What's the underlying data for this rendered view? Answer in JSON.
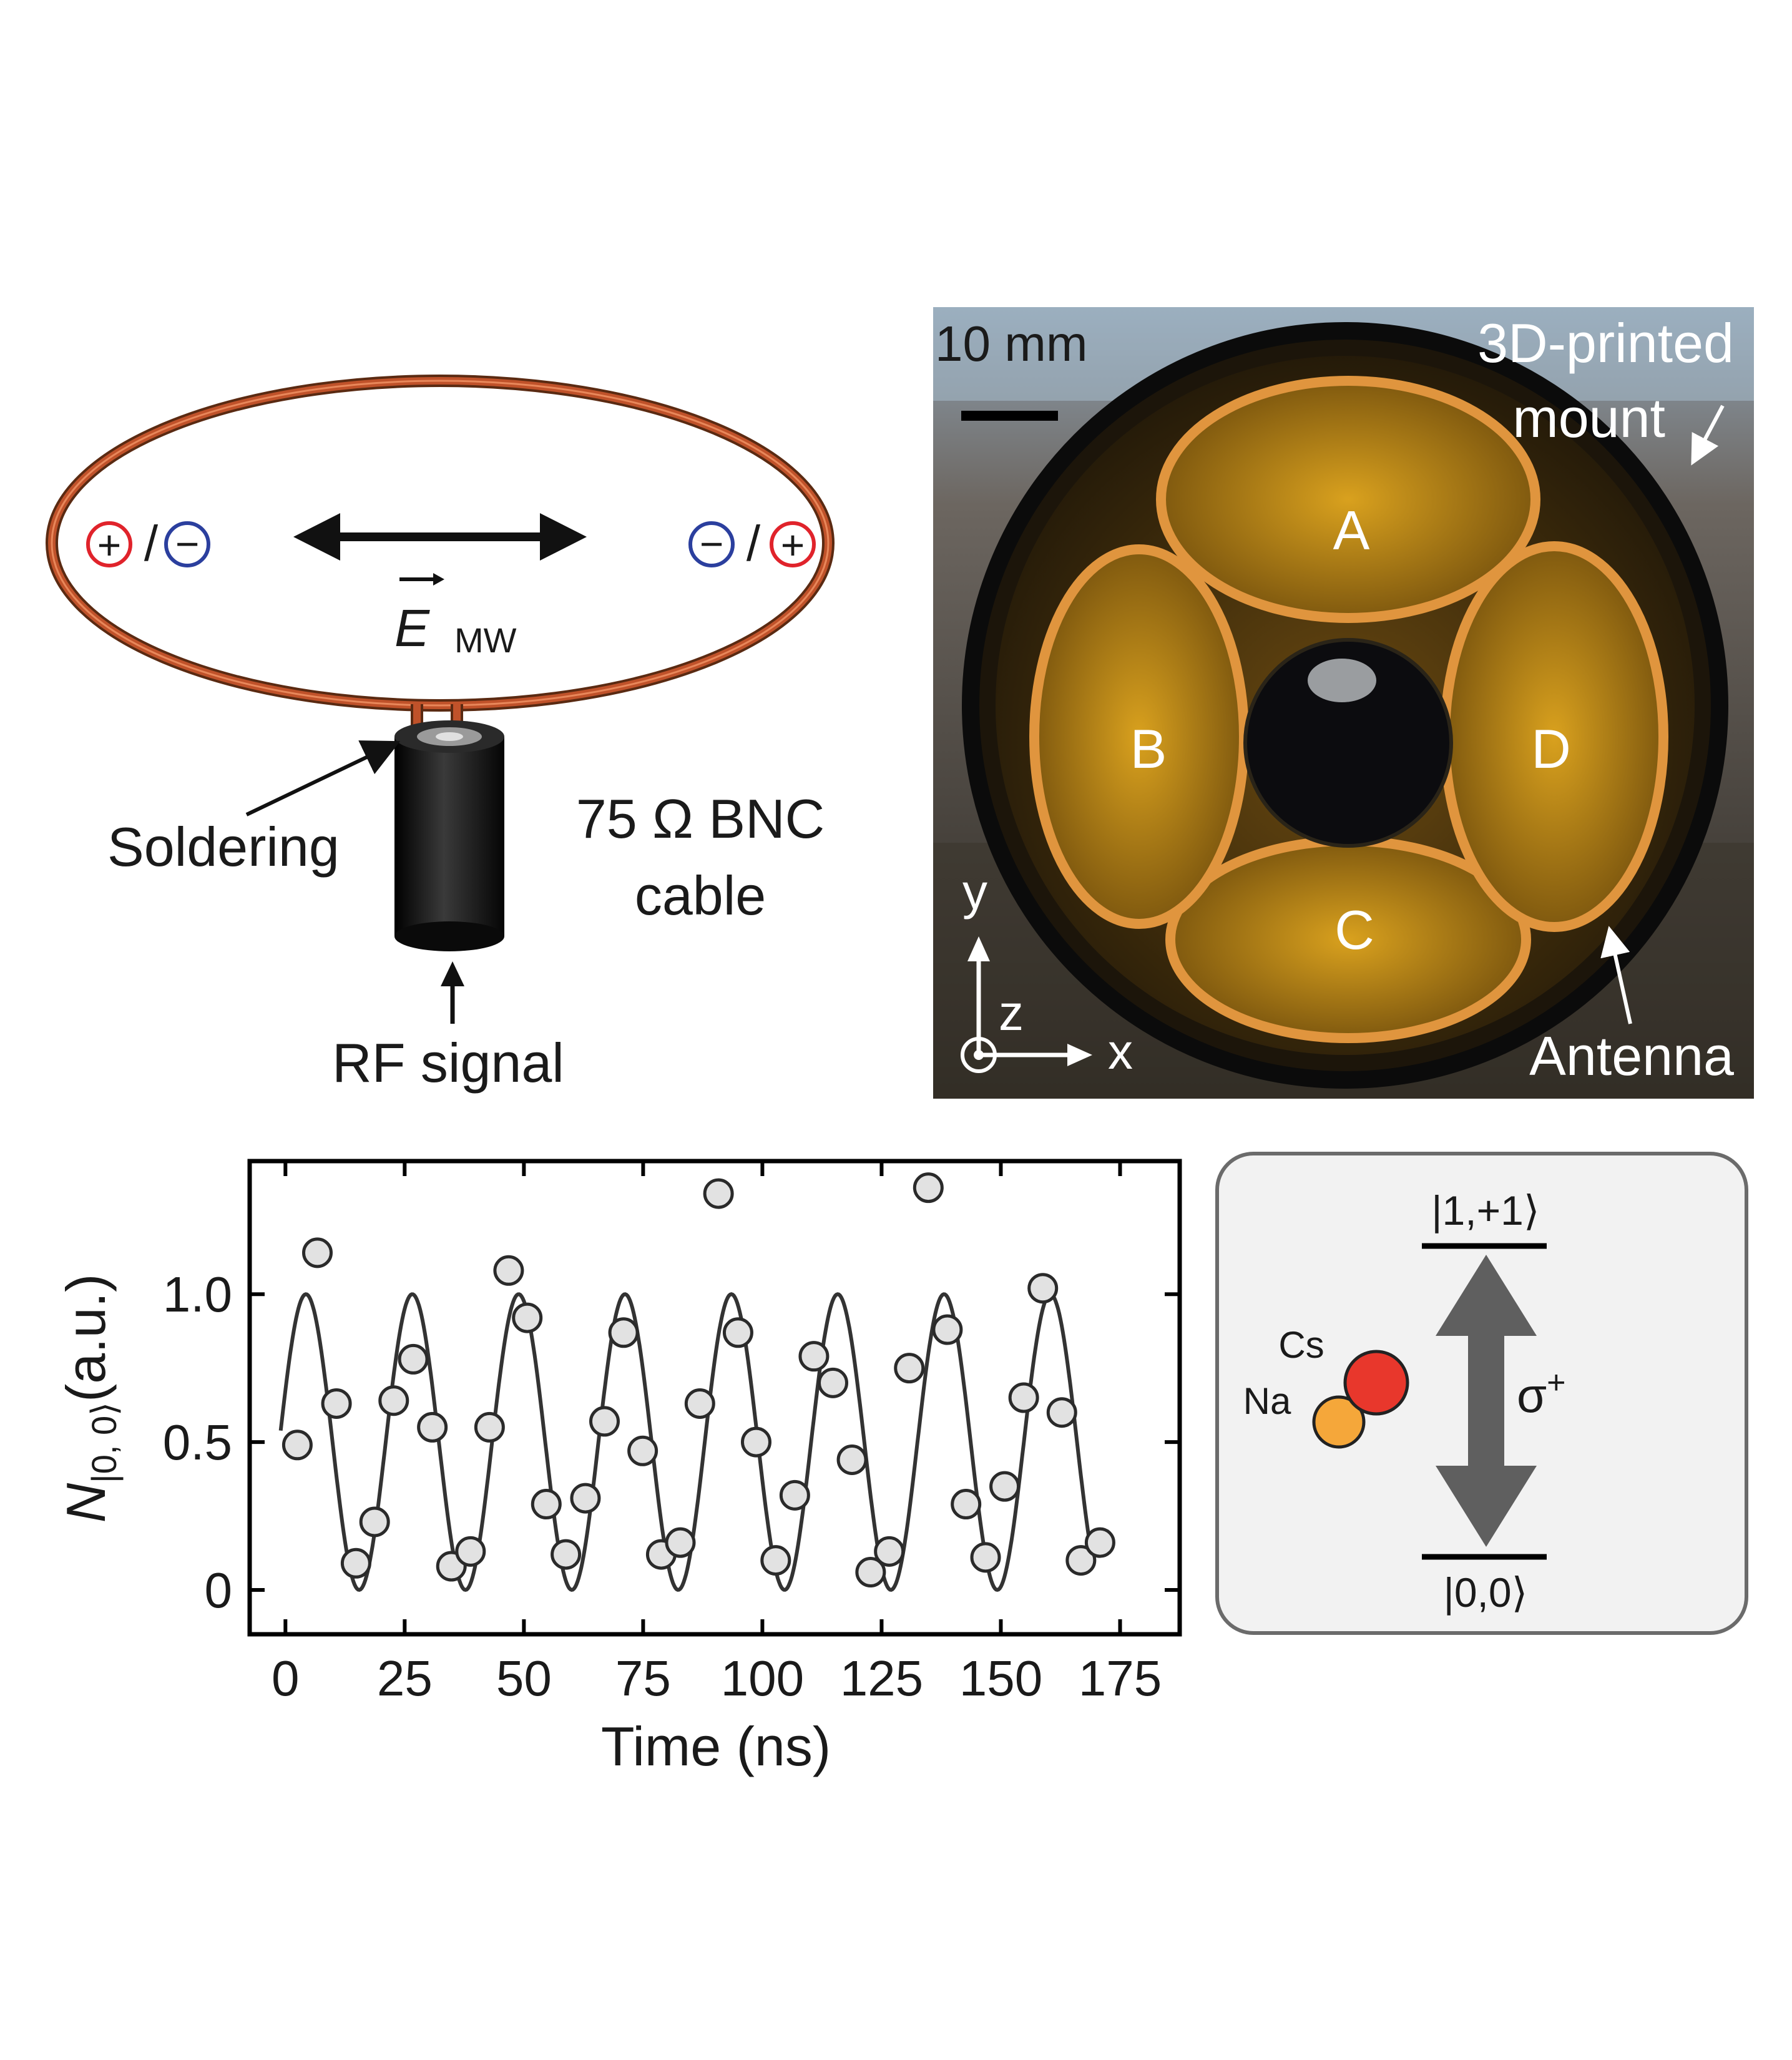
{
  "panel_a": {
    "e_field_symbol": "E",
    "e_field_subscript": "MW",
    "charge_plus": "+",
    "charge_minus": "−",
    "charge_sep": "/",
    "soldering_label": "Soldering",
    "cable_label_line1": "75 Ω BNC",
    "cable_label_line2": "cable",
    "rf_label": "RF signal",
    "colors": {
      "wire": "#c0522a",
      "plus": "#e0232b",
      "minus": "#2b3f9e",
      "cable": "#111111"
    }
  },
  "panel_b": {
    "scale_bar_label": "10 mm",
    "mount_label_line1": "3D-printed",
    "mount_label_line2": "mount",
    "antenna_labels": [
      "A",
      "B",
      "C",
      "D"
    ],
    "antenna_label": "Antenna",
    "axis_y": "y",
    "axis_z": "z",
    "axis_x": "x"
  },
  "panel_c": {
    "upper_state": "|1,+1⟩",
    "lower_state": "|0,0⟩",
    "transition": "σ",
    "transition_sup": "+",
    "cs_label": "Cs",
    "na_label": "Na",
    "colors": {
      "cs": "#e8372c",
      "na": "#f5a73a",
      "arrow": "#5f5f5f",
      "box": "#f2f2f2"
    }
  },
  "chart_data": {
    "type": "scatter",
    "xlabel": "Time (ns)",
    "ylabel_main": "N",
    "ylabel_sub": "|0, 0⟩",
    "ylabel_tail": "(a.u.)",
    "xlim": [
      -7.5,
      187.5
    ],
    "ylim": [
      -0.15,
      1.45
    ],
    "xticks": [
      0,
      25,
      50,
      75,
      100,
      125,
      150,
      175
    ],
    "xtick_labels": [
      "0",
      "25",
      "50",
      "75",
      "100",
      "125",
      "150",
      "175"
    ],
    "yticks": [
      0,
      0.5,
      1.0
    ],
    "ytick_labels": [
      "0",
      "0.5",
      "1.0"
    ],
    "series": [
      {
        "kind": "points",
        "x": [
          2.5,
          6.7,
          10.7,
          14.8,
          18.7,
          22.7,
          26.8,
          30.8,
          34.8,
          38.8,
          42.8,
          46.8,
          50.7,
          54.7,
          58.8,
          62.9,
          66.9,
          70.9,
          74.9,
          78.8,
          82.8,
          86.9,
          90.8,
          94.9,
          98.7,
          102.8,
          106.8,
          110.8,
          114.8,
          118.8,
          122.7,
          126.6,
          130.8,
          134.8,
          138.8,
          142.7,
          146.8,
          150.8,
          154.8,
          158.8,
          162.8,
          166.8,
          170.8
        ],
        "y": [
          0.49,
          1.14,
          0.63,
          0.09,
          0.23,
          0.64,
          0.78,
          0.55,
          0.08,
          0.13,
          0.55,
          1.08,
          0.92,
          0.29,
          0.12,
          0.31,
          0.57,
          0.87,
          0.47,
          0.12,
          0.16,
          0.63,
          1.34,
          0.87,
          0.5,
          0.1,
          0.32,
          0.79,
          0.7,
          0.44,
          0.06,
          0.13,
          0.75,
          1.36,
          0.88,
          0.29,
          0.11,
          0.35,
          0.65,
          1.02,
          0.6,
          0.1,
          0.16
        ]
      },
      {
        "kind": "fit",
        "x_start": -1.0,
        "x_end": 169.0,
        "amplitude": 0.5,
        "offset": 0.5,
        "period_ns": 22.3,
        "peak_at_ns": 4.3
      }
    ]
  }
}
